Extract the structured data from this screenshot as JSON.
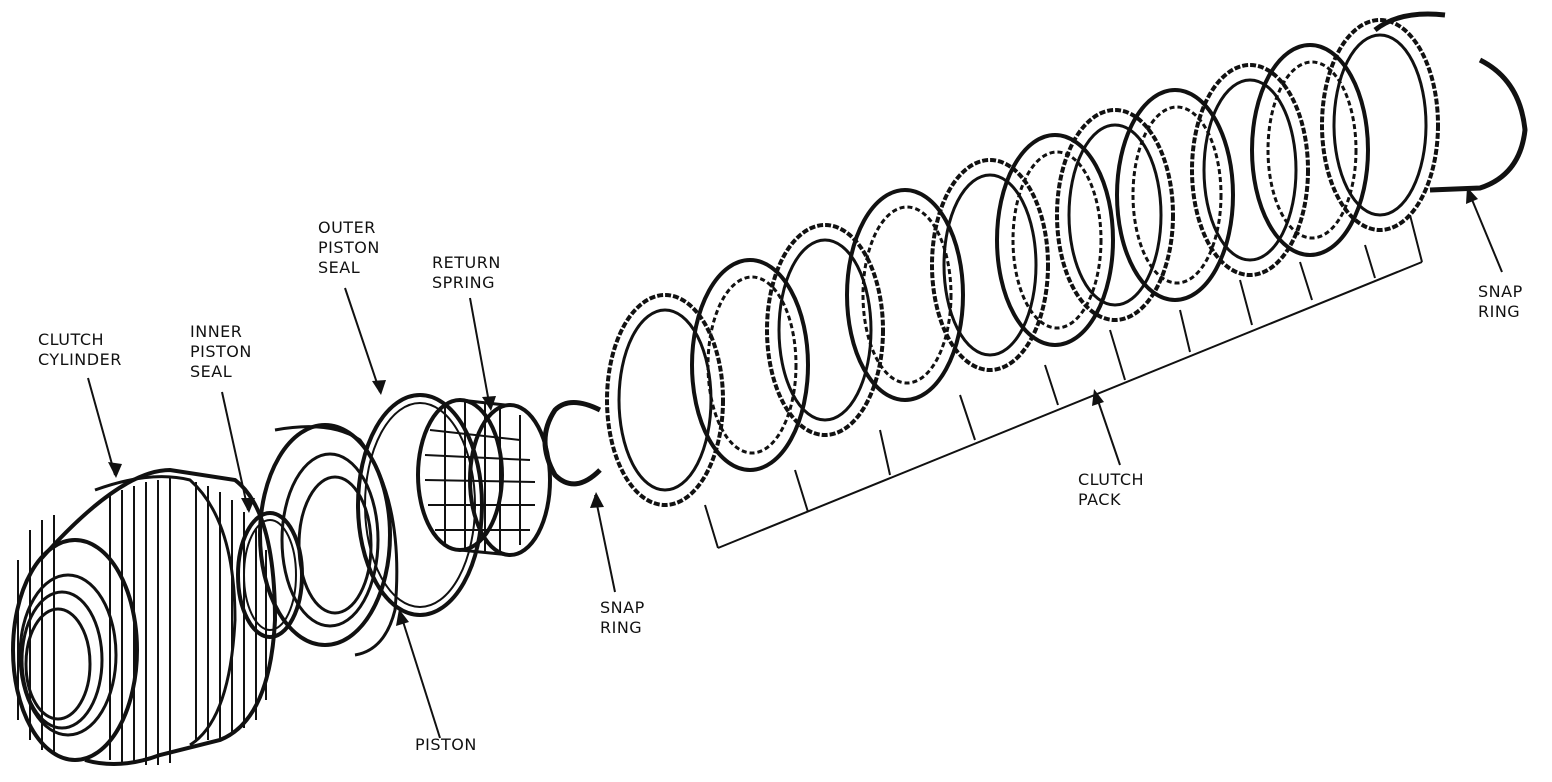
{
  "labels": {
    "clutch_cylinder": [
      "CLUTCH",
      "CYLINDER"
    ],
    "inner_piston_seal": [
      "INNER",
      "PISTON",
      "SEAL"
    ],
    "outer_piston_seal": [
      "OUTER",
      "PISTON",
      "SEAL"
    ],
    "return_spring": [
      "RETURN",
      "SPRING"
    ],
    "snap_ring_front": [
      "SNAP",
      "RING"
    ],
    "piston": [
      "PISTON"
    ],
    "clutch_pack": [
      "CLUTCH",
      "PACK"
    ],
    "snap_ring_rear": [
      "SNAP",
      "RING"
    ]
  },
  "colors": {
    "line": "#111111",
    "background": "#ffffff"
  }
}
